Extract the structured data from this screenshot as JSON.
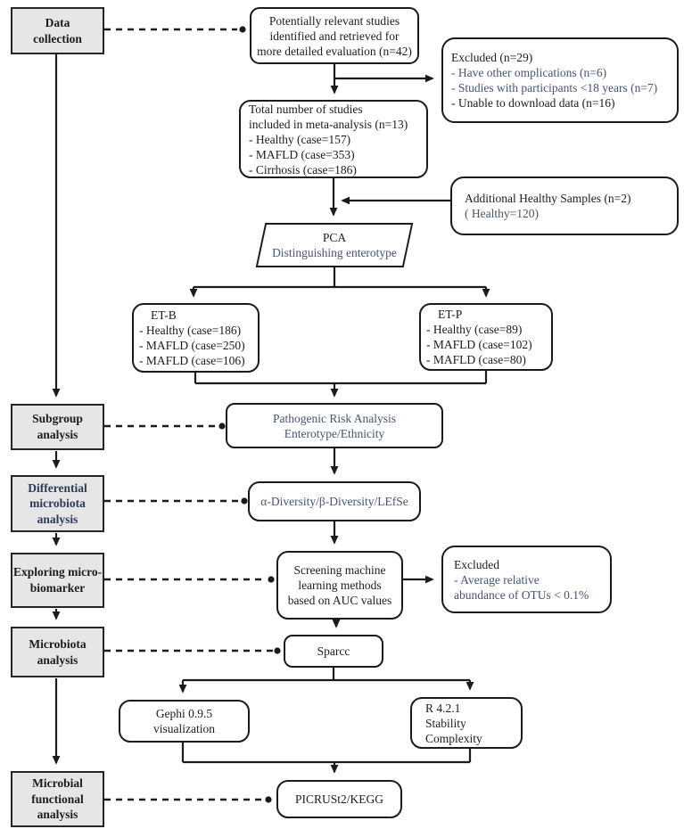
{
  "colors": {
    "slate_blue": "#47536f",
    "label_fill": "#e6e6e6",
    "line": "#1b1b1b",
    "navy_label": "#2e3a57"
  },
  "labels": {
    "data_collection": {
      "l1": "Data",
      "l2": "collection"
    },
    "subgroup": {
      "l1": "Subgroup",
      "l2": "analysis"
    },
    "differential": {
      "l1": "Differential",
      "l2": "microbiota",
      "l3": "analysis"
    },
    "exploring": {
      "l1": "Exploring micro-",
      "l2": "biomarker"
    },
    "microbiota": {
      "l1": "Microbiota",
      "l2": "analysis"
    },
    "functional": {
      "l1": "Microbial",
      "l2": "functional",
      "l3": "analysis"
    }
  },
  "nodes": {
    "potentially": {
      "l1": "Potentially relevant studies",
      "l2": "identified and retrieved for",
      "l3": "more detailed evaluation (n=42)"
    },
    "excluded1": {
      "l1": "Excluded (n=29)",
      "l2": "- Have other omplications (n=6)",
      "l3": "- Studies with participants <18 years (n=7)",
      "l4": "- Unable to download data (n=16)"
    },
    "total": {
      "l1": "Total number of studies",
      "l2": "included in meta-analysis (n=13)",
      "l3": "- Healthy (case=157)",
      "l4": "- MAFLD (case=353)",
      "l5": "- Cirrhosis (case=186)"
    },
    "additional": {
      "l1": "Additional Healthy Samples (n=2)",
      "l2": "( Healthy=120)"
    },
    "pca": {
      "l1": "PCA",
      "l2": "Distinguishing enterotype"
    },
    "etb": {
      "l1": "ET-B",
      "l2": "- Healthy (case=186)",
      "l3": "- MAFLD (case=250)",
      "l4": "- MAFLD (case=106)"
    },
    "etp": {
      "l1": "ET-P",
      "l2": "- Healthy (case=89)",
      "l3": "- MAFLD (case=102)",
      "l4": "- MAFLD (case=80)"
    },
    "pathogenic": {
      "l1": "Pathogenic Risk Analysis",
      "l2": "Enterotype/Ethnicity"
    },
    "diversity": {
      "l1": "α-Diversity/β-Diversity/LEfSe"
    },
    "screening": {
      "l1": "Screening machine",
      "l2": "learning methods",
      "l3": "based on AUC values"
    },
    "excluded2": {
      "l1": "Excluded",
      "l2": "- Average relative",
      "l3": "abundance of OTUs < 0.1%"
    },
    "sparcc": {
      "l1": "Sparcc"
    },
    "gephi": {
      "l1": "Gephi 0.9.5",
      "l2": "visualization"
    },
    "r_box": {
      "l1": "R 4.2.1",
      "l2": "Stability",
      "l3": "Complexity"
    },
    "picrust": {
      "l1": "PICRUSt2/KEGG"
    }
  }
}
